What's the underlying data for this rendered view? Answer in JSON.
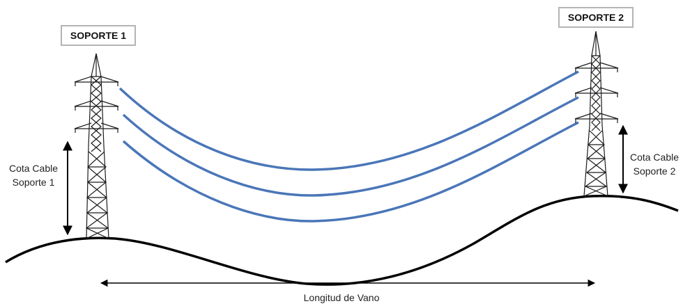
{
  "supports": {
    "support_1": "SOPORTE 1",
    "support_2": "SOPORTE 2"
  },
  "labels": {
    "cota_1_line1": "Cota Cable",
    "cota_1_line2": "Soporte 1",
    "cota_2_line1": "Cota Cable",
    "cota_2_line2": "Soporte 2",
    "span_length": "Longitud de Vano"
  },
  "colors": {
    "cable": "#4a76b8",
    "ground": "#000000",
    "tower": "#1a1a1a",
    "box_border": "#b4b4b4"
  }
}
